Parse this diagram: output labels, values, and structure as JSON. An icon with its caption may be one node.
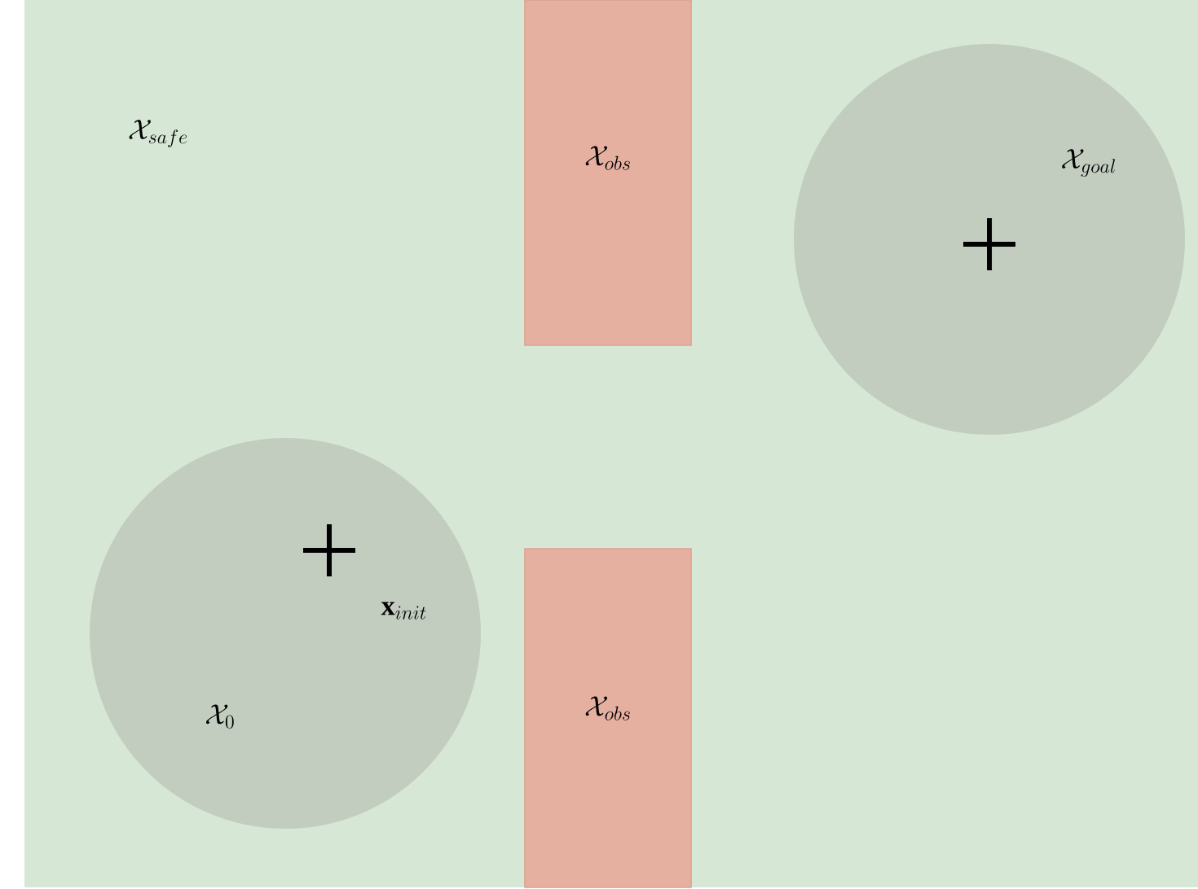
{
  "diagram": {
    "nodes": [
      {
        "text": [
          "\\mathcal{X}_{safe}"
        ]
      },
      {
        "text": [
          "\\mathcal{X}_{obs}"
        ],
        "in": 0
      },
      {
        "text": [
          "\\mathcal{X}_{goal}"
        ],
        "in": 0
      },
      {
        "text": [
          "\\mathbf{x}_{init}",
          "\\mathcal{X}_0"
        ],
        "in": 0
      },
      {
        "text": [
          "\\mathcal{X}_{obs}"
        ],
        "in": 0
      }
    ]
  }
}
